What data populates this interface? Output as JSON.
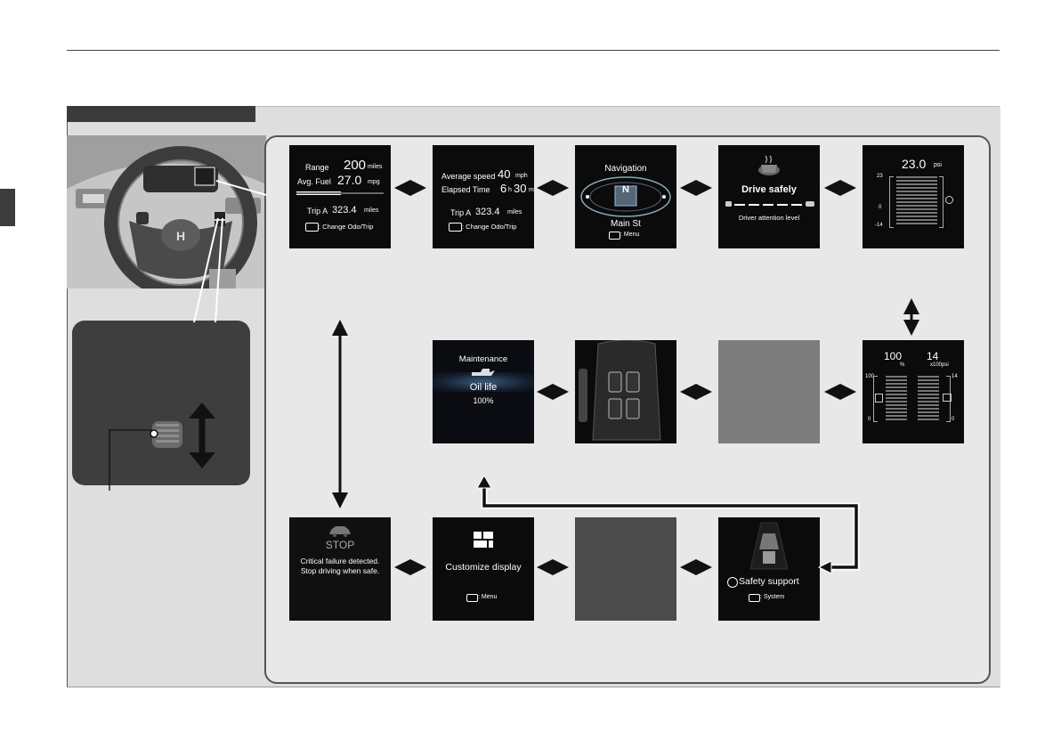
{
  "screens": {
    "fuel": {
      "range_label": "Range",
      "range_value": "200",
      "range_unit": "miles",
      "avg_fuel_label": "Avg. Fuel",
      "avg_fuel_value": "27.0",
      "avg_fuel_unit": "mpg",
      "trip_label": "Trip A",
      "trip_value": "323.4",
      "trip_unit": "miles",
      "hint": ": Change Odo/Trip"
    },
    "speed": {
      "avg_speed_label": "Average speed",
      "avg_speed_value": "40",
      "avg_speed_unit": "mph",
      "elapsed_label": "Elapsed Time",
      "elapsed_hours": "6",
      "elapsed_h_unit": "h",
      "elapsed_minutes": "30",
      "elapsed_m_unit": "m",
      "trip_label": "Trip A",
      "trip_value": "323.4",
      "trip_unit": "miles",
      "hint": ": Change Odo/Trip"
    },
    "navigation": {
      "title": "Navigation",
      "compass": "N",
      "street": "Main St",
      "hint": ": Menu"
    },
    "drive_safely": {
      "title": "Drive safely",
      "subtitle": "Driver attention level"
    },
    "boost": {
      "value": "23.0",
      "unit": "psi",
      "tick_top": "23",
      "tick_mid": "0",
      "tick_bottom": "-14"
    },
    "gauges": {
      "left_value": "100",
      "left_unit": "%",
      "right_value": "14",
      "right_unit": "x100psi",
      "left_tick_top": "100",
      "left_tick_bottom": "0",
      "right_tick_top": "14",
      "right_tick_bottom": "0"
    },
    "maintenance": {
      "title": "Maintenance",
      "label": "Oil life",
      "value": "100%"
    },
    "stop": {
      "title": "STOP",
      "message": "Critical failure detected. Stop driving when safe."
    },
    "customize": {
      "title": "Customize display",
      "hint": ": Menu"
    },
    "safety": {
      "title": "Safety support",
      "hint": ": System"
    }
  },
  "icons": [
    "steering-wheel",
    "selector-wheel",
    "oil-can-icon",
    "car-icon",
    "tire-pressure-icon",
    "compass-icon",
    "grid-icon"
  ],
  "colors": {
    "panel": "#dedede",
    "screen_bg": "#0b0b0b",
    "arrow": "#111111"
  }
}
